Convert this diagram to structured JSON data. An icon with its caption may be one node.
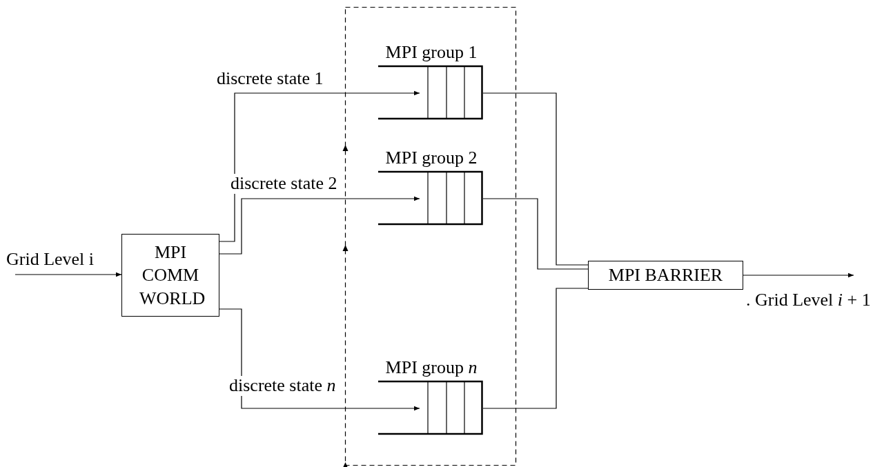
{
  "diagram": {
    "nodes": [
      {
        "text": [
          "MPI COMM WORLD"
        ]
      },
      {
        "text": [],
        "shape": "box"
      },
      {
        "text": [
          "MPI group 1"
        ],
        "in": 1
      },
      {
        "text": [
          "MPI group 2"
        ],
        "in": 1
      },
      {
        "text": [
          "MPI group *n*"
        ],
        "in": 1
      },
      {
        "text": [
          "MPI BARRIER"
        ]
      }
    ],
    "edges": [
      {
        "from": null,
        "to": 0,
        "arrow": "to",
        "label": "Grid Level i"
      },
      {
        "from": 0,
        "to": 2,
        "arrow": "to",
        "label": "discrete state 1"
      },
      {
        "from": 0,
        "to": 3,
        "arrow": "to",
        "label": "discrete state 2"
      },
      {
        "from": 0,
        "to": 4,
        "arrow": "to",
        "label": "discrete state *n*"
      },
      {
        "from": 2,
        "to": 5,
        "arrow": "none"
      },
      {
        "from": 3,
        "to": 5,
        "arrow": "none"
      },
      {
        "from": 4,
        "to": 5,
        "arrow": "none"
      },
      {
        "from": 5,
        "to": null,
        "arrow": "to",
        "label": ". Grid Level *i* + 1"
      }
    ]
  }
}
